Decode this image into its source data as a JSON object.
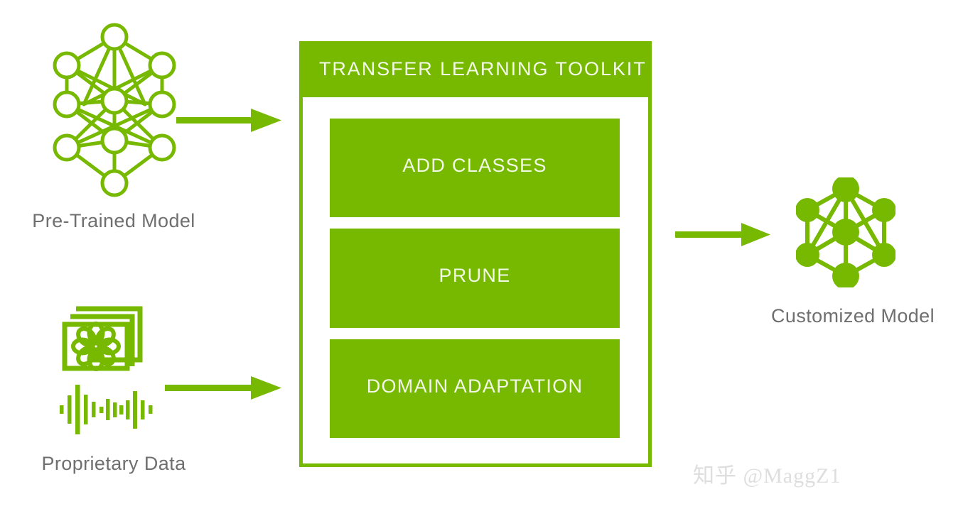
{
  "colors": {
    "green": "#76b900",
    "label_gray": "#6f6f6f",
    "bar_text": "#f2f9e6",
    "background": "#ffffff",
    "watermark": "#dedede"
  },
  "inputs": {
    "pretrained": {
      "label": "Pre-Trained Model",
      "icon": "neural-network-outline-icon"
    },
    "proprietary": {
      "label": "Proprietary Data",
      "image_icon": "photo-stack-icon",
      "audio_icon": "audio-waveform-icon"
    }
  },
  "arrows": {
    "pretrained_to_toolkit": "arrow-right-icon",
    "data_to_toolkit": "arrow-right-icon",
    "toolkit_to_output": "arrow-right-icon"
  },
  "toolkit": {
    "title": "TRANSFER LEARNING TOOLKIT",
    "stages": [
      {
        "label": "ADD CLASSES"
      },
      {
        "label": "PRUNE"
      },
      {
        "label": "DOMAIN ADAPTATION"
      }
    ]
  },
  "output": {
    "label": "Customized Model",
    "icon": "neural-network-filled-icon"
  },
  "watermark": {
    "text": "知乎 @MaggZ1"
  }
}
